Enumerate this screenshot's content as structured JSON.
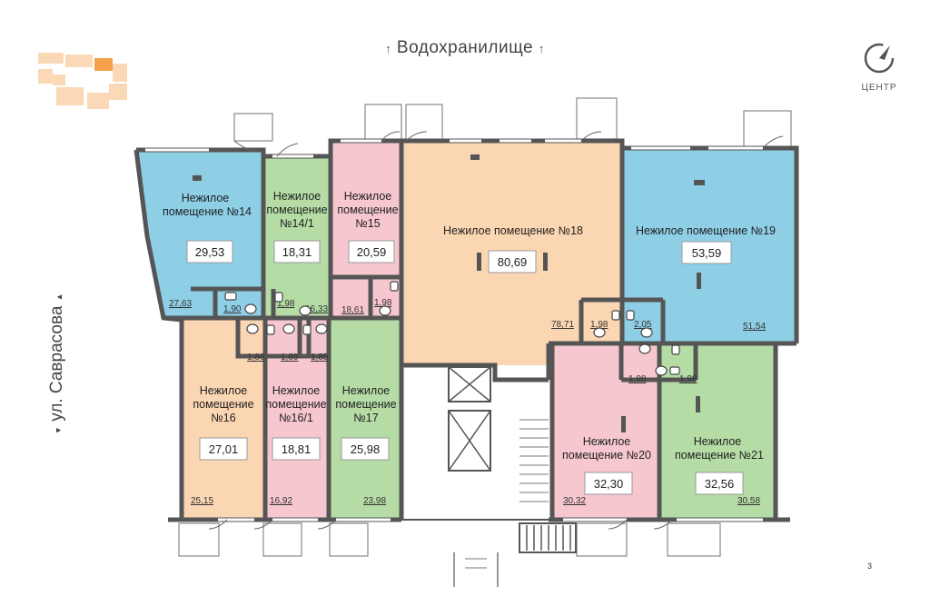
{
  "header": {
    "title": "Водохранилище",
    "arrow_left": "↑",
    "arrow_right": "↑"
  },
  "compass": {
    "label": "ЦЕНТР"
  },
  "street": {
    "label": "ул. Саврасова",
    "arrow_up": "▲",
    "arrow_down": "▲"
  },
  "colors": {
    "blue": "#8ecfe6",
    "green": "#b5dca5",
    "pink": "#f6c7cf",
    "peach": "#fbd6b2",
    "wall": "#555555",
    "accent_orange": "#f5a14b"
  },
  "rooms": {
    "r14": {
      "name1": "Нежилое",
      "name2": "помещение №14",
      "area": "29,53",
      "perim": "27,63",
      "wc": "1,90"
    },
    "r14_1": {
      "name1": "Нежилое",
      "name2": "помещение",
      "name3": "№14/1",
      "area": "18,31",
      "perim": "16,33",
      "wc": "1,98"
    },
    "r15": {
      "name1": "Нежилое",
      "name2": "помещение",
      "name3": "№15",
      "area": "20,59",
      "perim": "18,61",
      "wc": "1,98"
    },
    "r18": {
      "name1": "Нежилое помещение №18",
      "area": "80,69",
      "perim": "78,71",
      "wc": "1,98"
    },
    "r19": {
      "name1": "Нежилое помещение №19",
      "area": "53,59",
      "perim": "51,54",
      "wc": "2,05"
    },
    "r16": {
      "name1": "Нежилое",
      "name2": "помещение",
      "name3": "№16",
      "area": "27,01",
      "perim": "25,15",
      "wc": "1,86"
    },
    "r16_1": {
      "name1": "Нежилое",
      "name2": "помещение",
      "name3": "№16/1",
      "area": "18,81",
      "perim": "16,92",
      "wc": "1,89"
    },
    "r17": {
      "name1": "Нежилое",
      "name2": "помещение",
      "name3": "№17",
      "area": "25,98",
      "perim": "23,98",
      "wc": "1,85"
    },
    "r20": {
      "name1": "Нежилое",
      "name2": "помещение №20",
      "area": "32,30",
      "perim": "30,32",
      "wc": "1,98"
    },
    "r21": {
      "name1": "Нежилое",
      "name2": "помещение №21",
      "area": "32,56",
      "perim": "30,58",
      "wc": "1,98"
    }
  },
  "corner_mark": "3"
}
